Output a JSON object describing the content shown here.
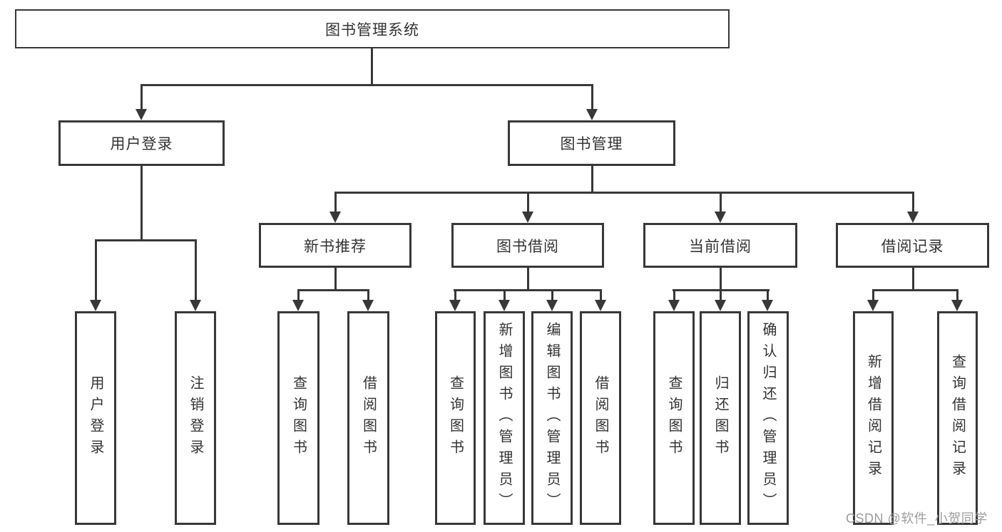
{
  "colors": {
    "line": "#383838",
    "text": "#333333",
    "background": "#ffffff",
    "watermark": "#9e9e9e"
  },
  "watermark": {
    "text": "CSDN @软件_小贺同学"
  },
  "tree": {
    "root": {
      "label": "图书管理系统"
    },
    "branches": [
      {
        "label": "用户登录",
        "children": [
          {
            "label": "用户登录"
          },
          {
            "label": "注销登录"
          }
        ]
      },
      {
        "label": "图书管理",
        "children": [
          {
            "label": "新书推荐",
            "children": [
              {
                "label": "查询图书"
              },
              {
                "label": "借阅图书"
              }
            ]
          },
          {
            "label": "图书借阅",
            "children": [
              {
                "label": "查询图书"
              },
              {
                "label": "新增图书（管理员）"
              },
              {
                "label": "编辑图书（管理员）"
              },
              {
                "label": "借阅图书"
              }
            ]
          },
          {
            "label": "当前借阅",
            "children": [
              {
                "label": "查询图书"
              },
              {
                "label": "归还图书"
              },
              {
                "label": "确认归还（管理员）"
              }
            ]
          },
          {
            "label": "借阅记录",
            "children": [
              {
                "label": "新增借阅记录"
              },
              {
                "label": "查询借阅记录"
              }
            ]
          }
        ]
      }
    ]
  }
}
